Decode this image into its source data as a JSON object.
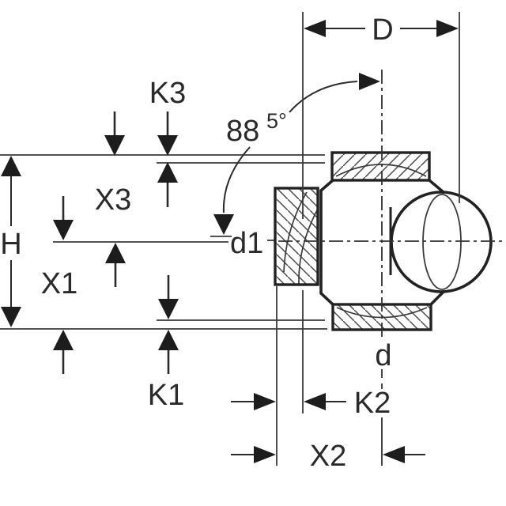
{
  "drawing": {
    "kind": "technical dimension drawing of a pipe fitting (ball-type branch, cross-section)",
    "angle": {
      "value": "88",
      "superscript": "5°",
      "meaning": "88.5°"
    },
    "labels": {
      "D": "D",
      "K3": "K3",
      "X3": "X3",
      "H": "H",
      "X1": "X1",
      "K1": "K1",
      "d1": "d1",
      "d": "d",
      "K2": "K2",
      "X2": "X2"
    },
    "colors": {
      "background": "#ffffff",
      "line": "#222222",
      "thin_line": "#3a3a3a",
      "text": "#2a2a2a",
      "arrow": "#1d1d1d"
    }
  }
}
